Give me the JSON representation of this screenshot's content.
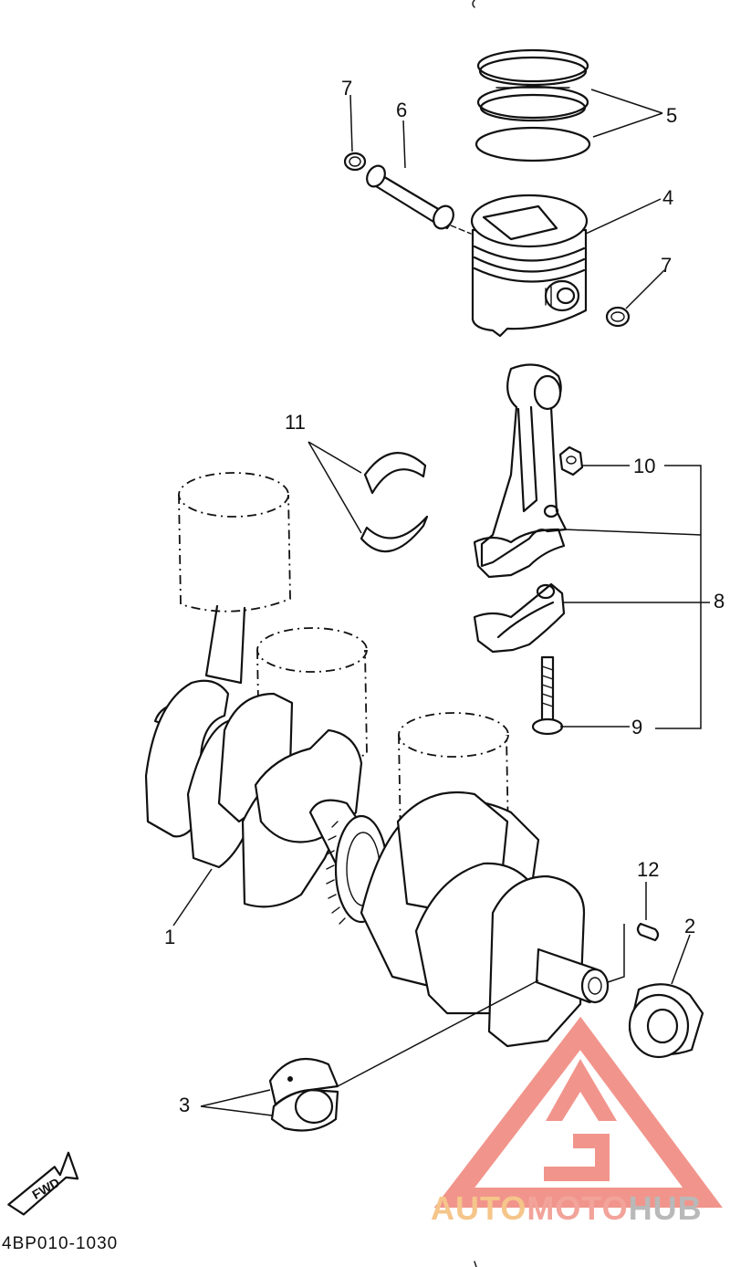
{
  "callouts": [
    {
      "id": "c1",
      "label": "1"
    },
    {
      "id": "c2",
      "label": "2"
    },
    {
      "id": "c3",
      "label": "3"
    },
    {
      "id": "c4",
      "label": "4"
    },
    {
      "id": "c5",
      "label": "5"
    },
    {
      "id": "c6",
      "label": "6"
    },
    {
      "id": "c7a",
      "label": "7"
    },
    {
      "id": "c7b",
      "label": "7"
    },
    {
      "id": "c8",
      "label": "8"
    },
    {
      "id": "c9",
      "label": "9"
    },
    {
      "id": "c10",
      "label": "10"
    },
    {
      "id": "c11",
      "label": "11"
    },
    {
      "id": "c12",
      "label": "12"
    }
  ],
  "fwd_label": "FWD",
  "diagram_code": "4BP010-1030",
  "watermark": {
    "part1": "AUTO",
    "part2": "MOTO",
    "part3": "HUB",
    "color_part1": "#F5C58A",
    "color_part2": "#F2A39A",
    "color_part3": "#B9B9B9",
    "logo_color": "#F08A80"
  }
}
